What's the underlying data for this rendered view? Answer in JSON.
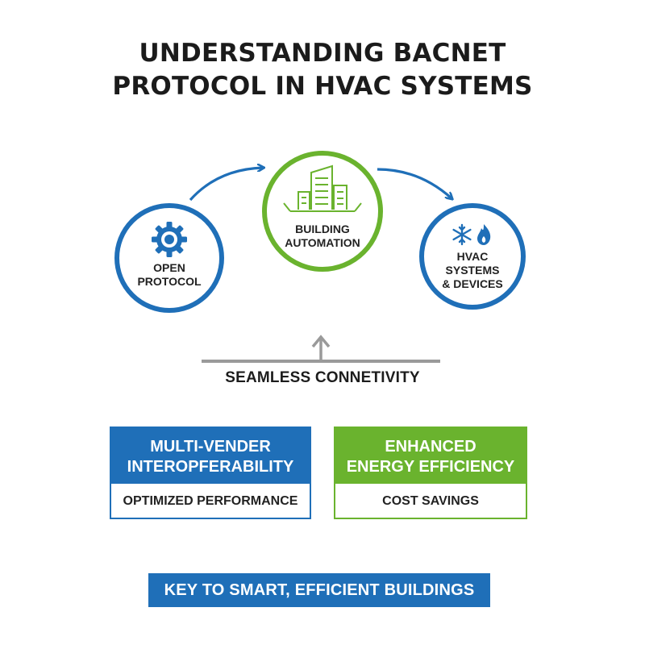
{
  "title": {
    "line1": "UNDERSTANDING BACNET",
    "line2": "PROTOCOL IN HVAC SYSTEMS"
  },
  "colors": {
    "blue": "#1f6fb8",
    "green": "#6ab32e",
    "gray": "#9a9a9a"
  },
  "nodes": {
    "open_protocol": {
      "line1": "OPEN",
      "line2": "PROTOCOL",
      "icon": "gear-icon"
    },
    "building_automation": {
      "line1": "BUILDING",
      "line2": "AUTOMATION",
      "icon": "building-icon"
    },
    "hvac": {
      "line1": "HVAC",
      "line2": "SYSTEMS",
      "line3": "& DEVICES",
      "icons": [
        "snowflake-icon",
        "flame-icon"
      ]
    }
  },
  "connectivity": {
    "label": "SEAMLESS CONNETIVITY"
  },
  "benefits": {
    "left": {
      "head1": "MULTI-VENDER",
      "head2": "INTEROPFERABILITY",
      "foot": "OPTIMIZED PERFORMANCE"
    },
    "right": {
      "head1": "ENHANCED",
      "head2": "ENERGY EFFICIENCY",
      "foot": "COST SAVINGS"
    }
  },
  "banner": {
    "text": "KEY TO SMART, EFFICIENT BUILDINGS"
  }
}
